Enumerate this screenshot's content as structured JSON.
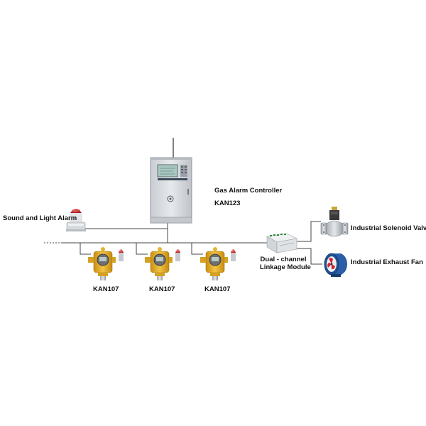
{
  "controller": {
    "title": "Gas Alarm Controller",
    "model": "KAN123"
  },
  "alarm": {
    "label": "Sound and Light Alarm"
  },
  "detectors": [
    {
      "model": "KAN107"
    },
    {
      "model": "KAN107"
    },
    {
      "model": "KAN107"
    }
  ],
  "linkage_module": {
    "line1": "Dual - channel",
    "line2": "Linkage Module"
  },
  "outputs": {
    "valve": "Industrial Solenoid Valve",
    "fan": "Industrial Exhaust Fan"
  },
  "colors": {
    "cabinet": "#d9dde2",
    "lcd": "#a9c8c2",
    "detector_body": "#e8b52a",
    "beacon_red": "#d8202a",
    "fan_blue": "#1f5fae",
    "wire": "#444444"
  }
}
